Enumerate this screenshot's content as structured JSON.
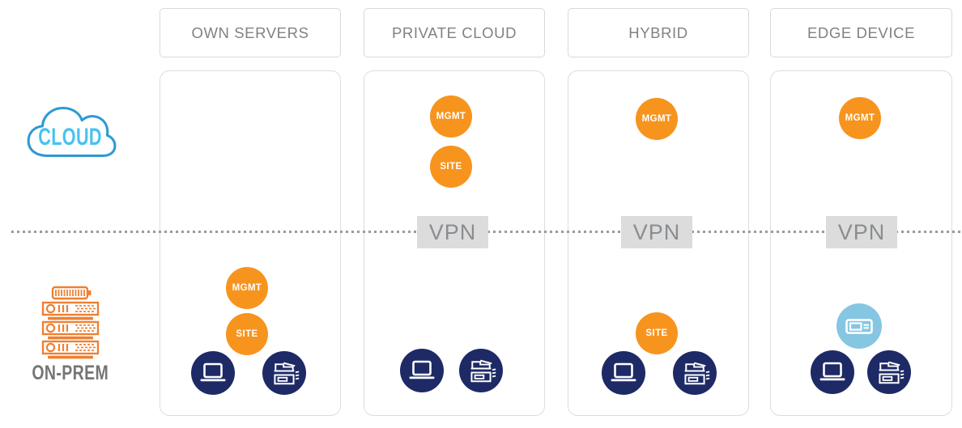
{
  "zones": {
    "cloud_label": "CLOUD",
    "onprem_label": "ON-PREM"
  },
  "labels": {
    "mgmt": "MGMT",
    "site": "SITE",
    "vpn": "VPN"
  },
  "columns": [
    {
      "header": "OWN SERVERS",
      "cloud_nodes": [],
      "vpn": false,
      "onprem_nodes": [
        "mgmt",
        "site"
      ],
      "devices": [
        "laptop",
        "mfp"
      ]
    },
    {
      "header": "PRIVATE CLOUD",
      "cloud_nodes": [
        "mgmt",
        "site"
      ],
      "vpn": true,
      "onprem_nodes": [],
      "devices": [
        "laptop",
        "mfp"
      ]
    },
    {
      "header": "HYBRID",
      "cloud_nodes": [
        "mgmt"
      ],
      "vpn": true,
      "onprem_nodes": [
        "site"
      ],
      "devices": [
        "laptop",
        "mfp"
      ]
    },
    {
      "header": "EDGE DEVICE",
      "cloud_nodes": [
        "mgmt"
      ],
      "vpn": true,
      "onprem_nodes": [
        "edge-device"
      ],
      "devices": [
        "laptop",
        "mfp"
      ]
    }
  ],
  "icons": [
    "cloud-icon",
    "server-rack-icon",
    "laptop-icon",
    "mfp-printer-icon",
    "edge-device-icon"
  ],
  "colors": {
    "orange": "#f7941e",
    "navy": "#1e2a66",
    "light_blue": "#85c6e3",
    "cloud_stroke": "#2d9ad3",
    "cloud_text": "#47c2f1",
    "rack_orange": "#ee8032",
    "header_text": "#7f8285",
    "onprem_text": "#757575",
    "vpn_bg": "#dcdcdc",
    "vpn_text": "#8a8d90",
    "panel_border": "#dddddd",
    "divider": "#9a9a9a"
  }
}
